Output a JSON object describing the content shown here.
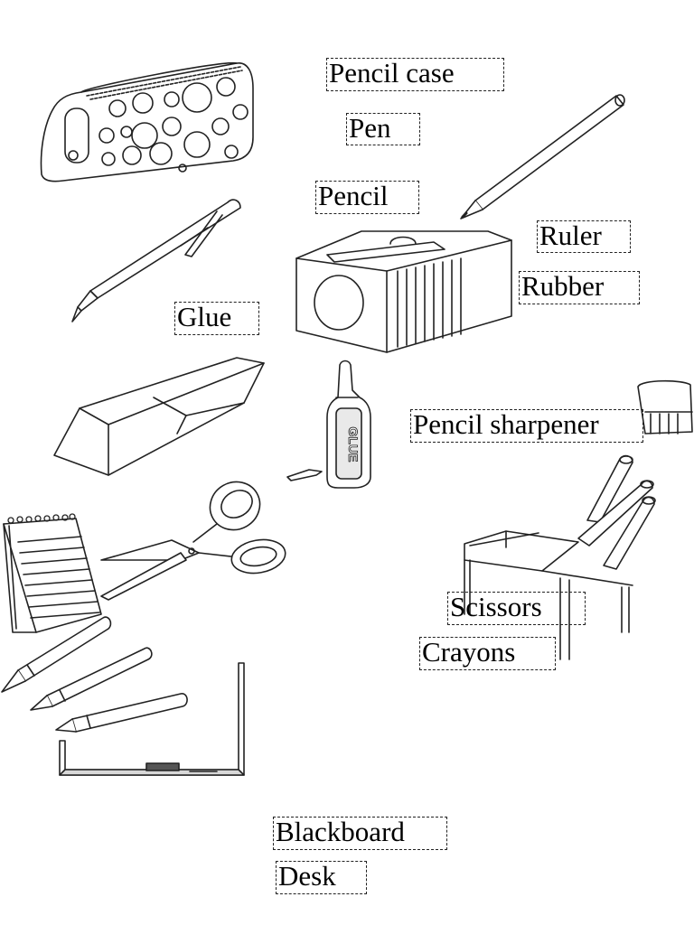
{
  "worksheet": {
    "labels": {
      "pencil_case": "Pencil case",
      "pen": "Pen",
      "pencil": "Pencil",
      "ruler": "Ruler",
      "rubber": "Rubber",
      "glue": "Glue",
      "pencil_sharpener": "Pencil sharpener",
      "scissors": "Scissors",
      "crayons": "Crayons",
      "blackboard": "Blackboard",
      "desk": "Desk"
    },
    "illustrations": {
      "glue_bottle_text": "GLUE"
    },
    "colors": {
      "ink": "#222222",
      "paper": "#ffffff",
      "shade": "#d8d8d8"
    }
  }
}
